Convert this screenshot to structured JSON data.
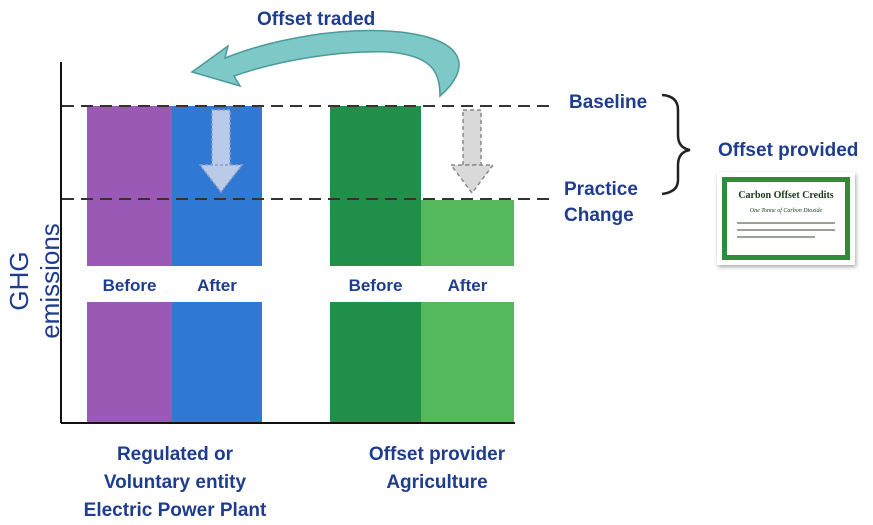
{
  "top_label": "Offset traded",
  "y_axis_label": "GHG emissions",
  "levels": {
    "baseline": "Baseline",
    "practice_change_line1": "Practice",
    "practice_change_line2": "Change"
  },
  "offset_provided": "Offset provided",
  "bars": [
    {
      "label": "Before",
      "color": "#9b59b6"
    },
    {
      "label": "After",
      "color": "#2f78d4"
    },
    {
      "label": "Before",
      "color": "#1f8f4a"
    },
    {
      "label": "After",
      "color": "#56b85c"
    }
  ],
  "groups": {
    "left_line1": "Regulated or",
    "left_line2": "Voluntary entity",
    "left_line3": "Electric Power Plant",
    "right_line1": "Offset provider",
    "right_line2": "Agriculture"
  },
  "certificate": {
    "title": "Carbon Offset Credits",
    "subtitle": "One Tonne of Carbon Dioxide"
  },
  "colors": {
    "text": "#1f3d8f",
    "arrow_teal": "#7fc8c8",
    "dashed_line": "#333333"
  }
}
